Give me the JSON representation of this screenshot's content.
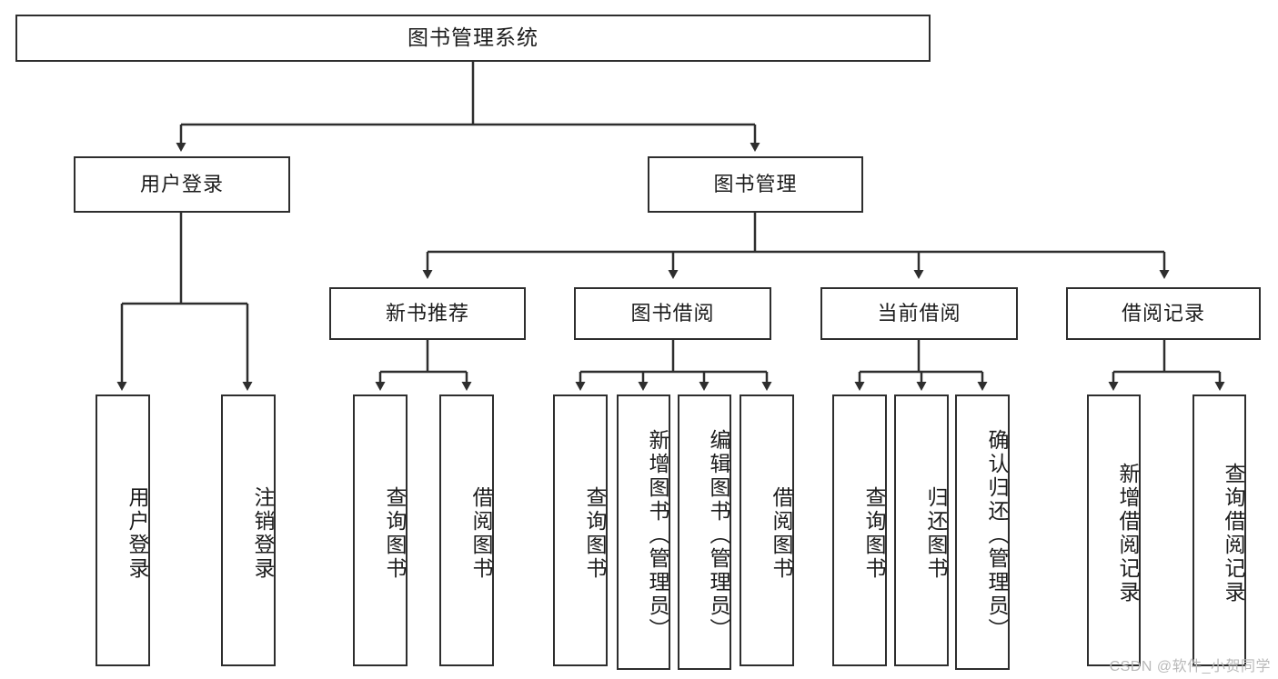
{
  "diagram": {
    "type": "tree-hierarchy-chart",
    "title": "图书管理系统",
    "orientation": "top-down",
    "colors": {
      "stroke": "#2e2e2e",
      "fill": "#ffffff",
      "text": "#1c1c1c",
      "watermark": "#b9b9b9"
    },
    "nodes": {
      "root": {
        "label": "图书管理系统"
      },
      "level2": [
        {
          "id": "user-login",
          "label": "用户登录"
        },
        {
          "id": "book-management",
          "label": "图书管理"
        }
      ],
      "level3": [
        {
          "id": "new-book-recommend",
          "label": "新书推荐"
        },
        {
          "id": "book-borrow",
          "label": "图书借阅"
        },
        {
          "id": "current-borrow",
          "label": "当前借阅"
        },
        {
          "id": "borrow-record",
          "label": "借阅记录"
        }
      ],
      "leaves": {
        "user-login": [
          {
            "id": "leaf-user-login",
            "label": "用户登录"
          },
          {
            "id": "leaf-logout-login",
            "label": "注销登录"
          }
        ],
        "new-book-recommend": [
          {
            "id": "leaf-query-book-1",
            "label": "查询图书"
          },
          {
            "id": "leaf-borrow-book-1",
            "label": "借阅图书"
          }
        ],
        "book-borrow": [
          {
            "id": "leaf-query-book-2",
            "label": "查询图书"
          },
          {
            "id": "leaf-add-book-admin",
            "label": "新增图书（管理员）"
          },
          {
            "id": "leaf-edit-book-admin",
            "label": "编辑图书（管理员）"
          },
          {
            "id": "leaf-borrow-book-2",
            "label": "借阅图书"
          }
        ],
        "current-borrow": [
          {
            "id": "leaf-query-book-3",
            "label": "查询图书"
          },
          {
            "id": "leaf-return-book",
            "label": "归还图书"
          },
          {
            "id": "leaf-confirm-return-admin",
            "label": "确认归还（管理员）"
          }
        ],
        "borrow-record": [
          {
            "id": "leaf-add-borrow-record",
            "label": "新增借阅记录"
          },
          {
            "id": "leaf-query-borrow-record",
            "label": "查询借阅记录"
          }
        ]
      }
    }
  },
  "watermark": {
    "text": "CSDN @软件_小贺同学"
  }
}
